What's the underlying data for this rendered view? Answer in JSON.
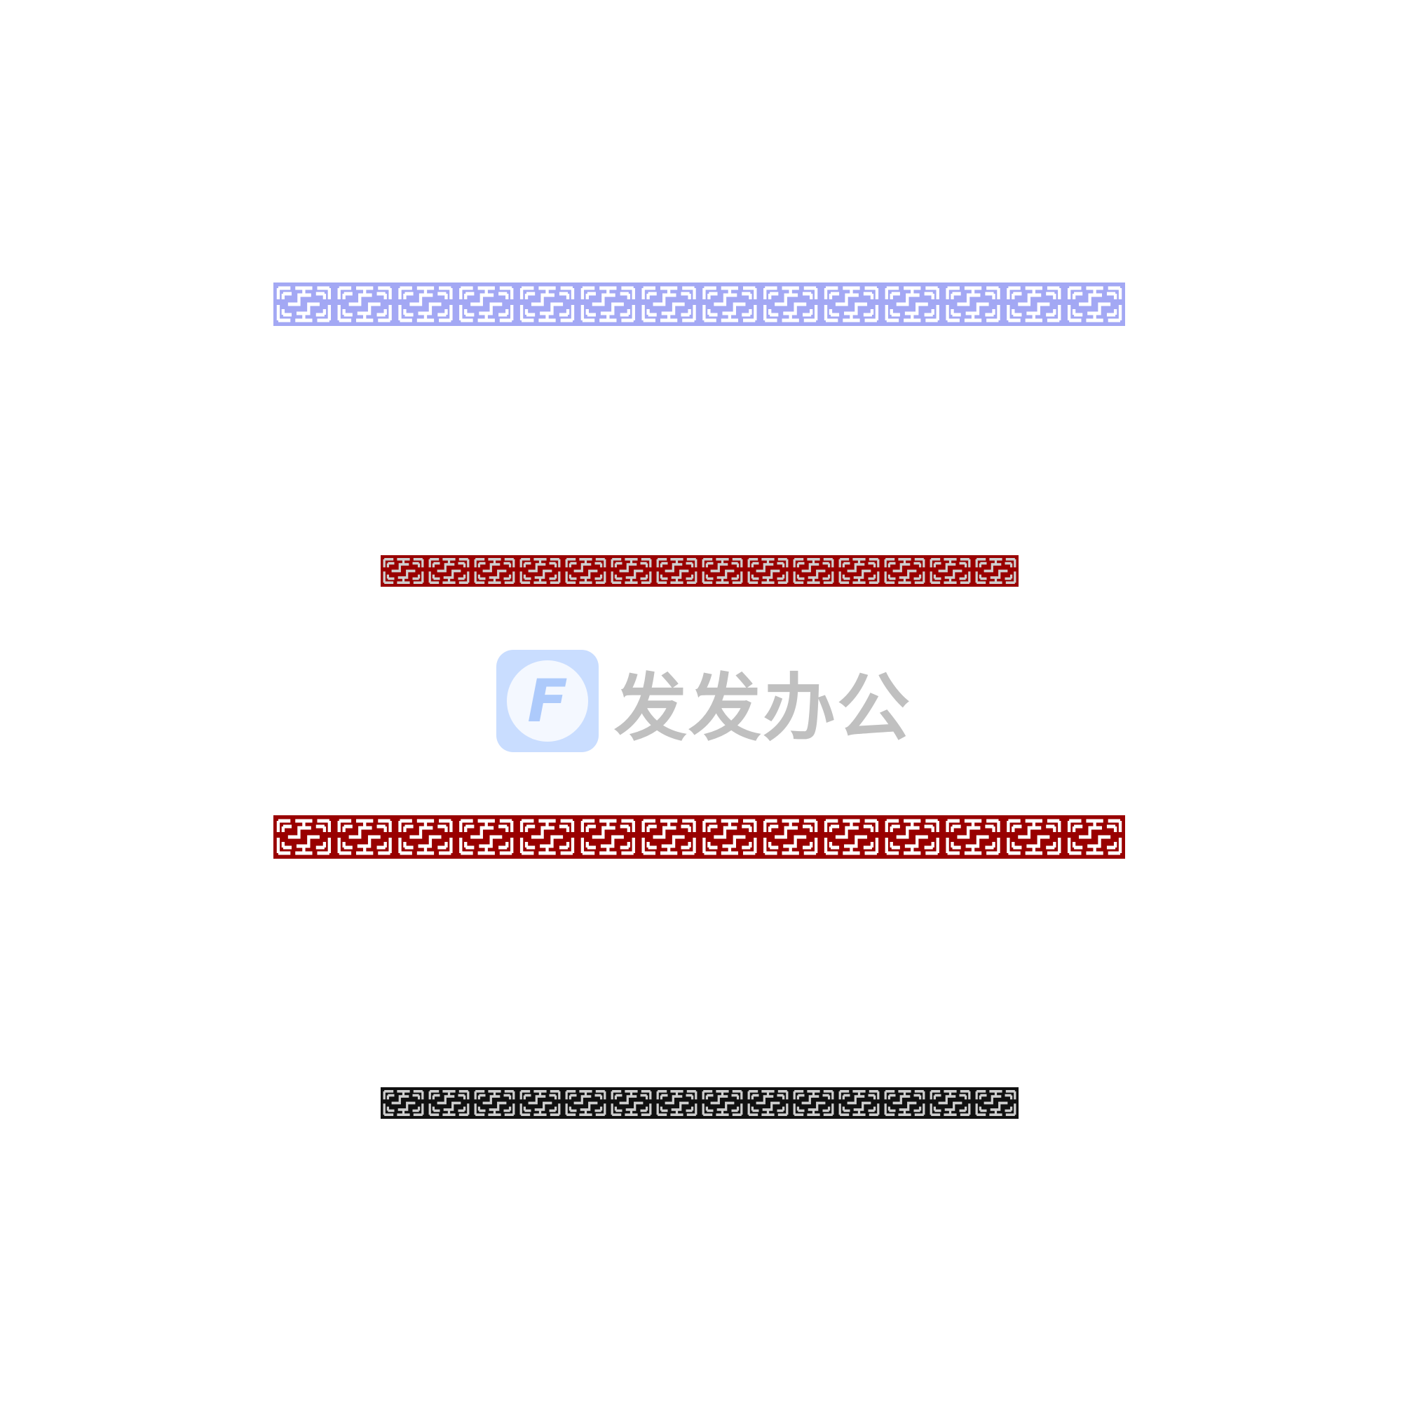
{
  "bands": [
    {
      "name": "lavender-lattice-border",
      "background": "#a3a8f4",
      "line": "#ffffff",
      "tiles": 14
    },
    {
      "name": "red-lattice-border-small",
      "background": "#990000",
      "line": "#cfcfcf",
      "tiles": 14
    },
    {
      "name": "red-lattice-border-large",
      "background": "#990000",
      "line": "#ffffff",
      "tiles": 14
    },
    {
      "name": "black-lattice-border-small",
      "background": "#111111",
      "line": "#cfcfcf",
      "tiles": 14
    }
  ],
  "watermark": {
    "logo_letter": "F",
    "text": "发发办公",
    "logo_color": "#c7dcff",
    "text_color": "#bdbdbd"
  }
}
